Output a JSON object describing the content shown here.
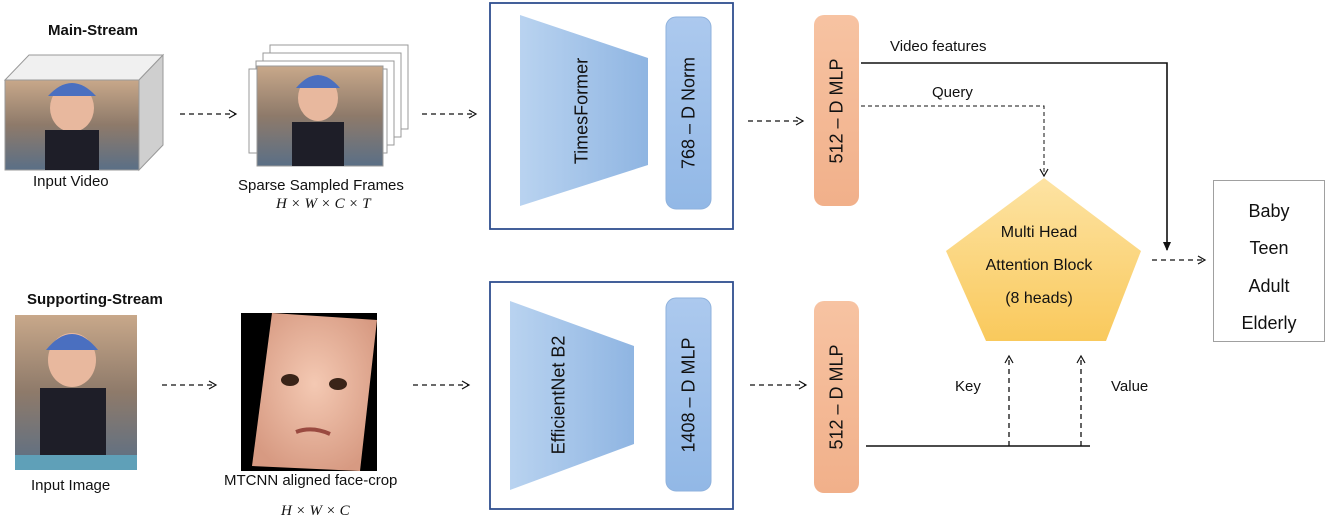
{
  "main_stream": {
    "title": "Main-Stream",
    "input_label": "Input Video",
    "frames_label": "Sparse Sampled Frames",
    "frames_dims": "H × W × C × T",
    "backbone": "TimesFormer",
    "norm": "768 – D Norm",
    "mlp": "512 – D MLP"
  },
  "supporting_stream": {
    "title": "Supporting-Stream",
    "input_label": "Input Image",
    "crop_label": "MTCNN aligned face-crop",
    "crop_dims": "H × W × C",
    "backbone": "EfficientNet B2",
    "mlp_inner": "1408 – D MLP",
    "mlp": "512 – D MLP"
  },
  "attention": {
    "line1": "Multi Head",
    "line2": "Attention Block",
    "line3": "(8 heads)",
    "query_label": "Query",
    "key_label": "Key",
    "value_label": "Value",
    "video_features_label": "Video features"
  },
  "outputs": [
    "Baby",
    "Teen",
    "Adult",
    "Elderly"
  ],
  "colors": {
    "box_border": "#2f4f8f",
    "trapezoid": "#9dbfe6",
    "norm_block": "#9fc2ea",
    "mlp_block": "#f5b894",
    "pentagon": "#fbd77e"
  }
}
